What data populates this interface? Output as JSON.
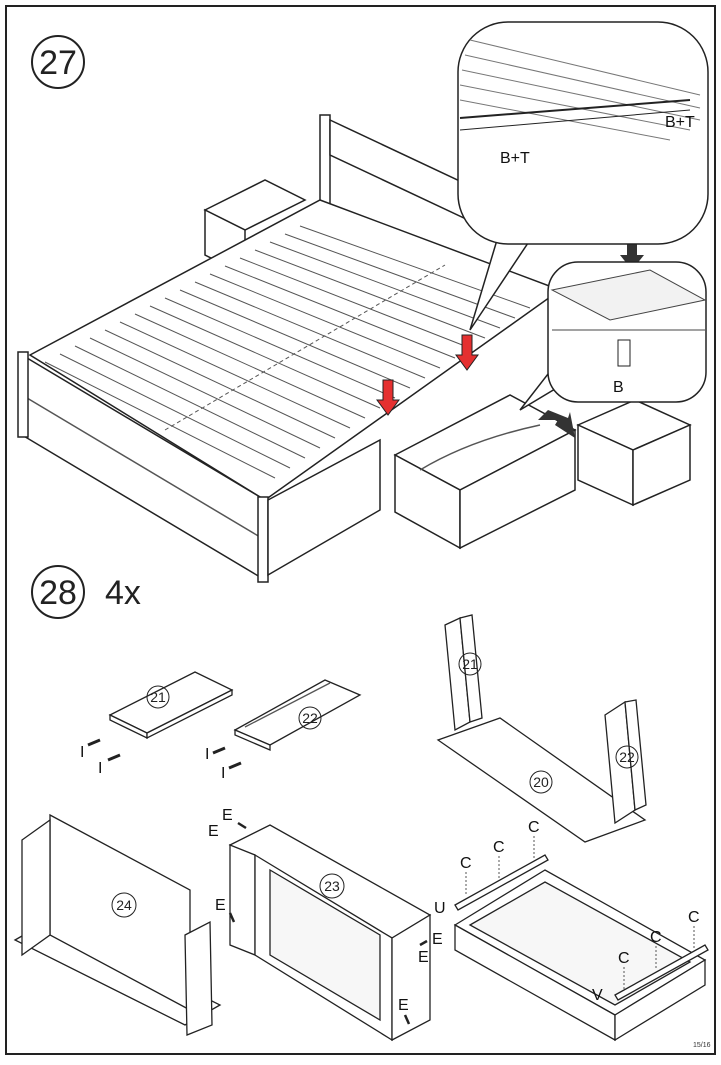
{
  "steps": [
    {
      "number": "27"
    },
    {
      "number": "28",
      "multiplier": "4x"
    }
  ],
  "callouts": {
    "detail_top_left": "B+T",
    "detail_top_right": "B+T",
    "detail_bracket": "B"
  },
  "parts": {
    "p21a": "21",
    "p22a": "22",
    "p21b": "21",
    "p20": "20",
    "p22b": "22",
    "p24": "24",
    "p23": "23"
  },
  "hardware": {
    "i1": "I",
    "i2": "I",
    "i3": "I",
    "i4": "I",
    "e1": "E",
    "e2": "E",
    "e3": "E",
    "e4": "E",
    "e5": "E",
    "e6": "E",
    "c1": "C",
    "c2": "C",
    "c3": "C",
    "c4": "C",
    "c5": "C",
    "c6": "C",
    "u": "U",
    "v": "V"
  },
  "footer": {
    "page": "15/16"
  }
}
